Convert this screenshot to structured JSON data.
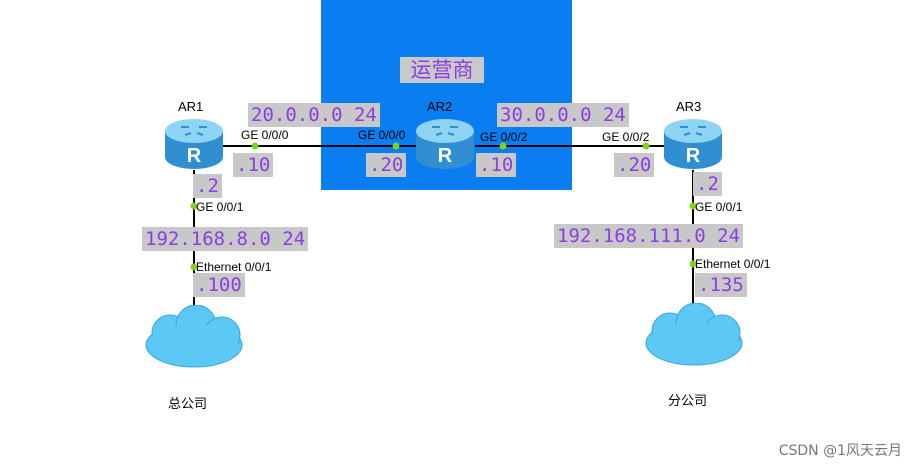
{
  "isp": {
    "label": "运营商"
  },
  "routers": [
    {
      "name": "AR1"
    },
    {
      "name": "AR2"
    },
    {
      "name": "AR3"
    }
  ],
  "subnets": {
    "ar1_ar2": "20.0.0.0 24",
    "ar2_ar3": "30.0.0.0 24",
    "hq": "192.168.8.0 24",
    "branch": "192.168.111.0 24"
  },
  "hosts": {
    "ar1_ge000": ".10",
    "ar2_ge000": ".20",
    "ar2_ge002": ".10",
    "ar3_ge002": ".20",
    "ar1_ge001": ".2",
    "ar3_ge001": ".2",
    "hq_cloud": ".100",
    "branch_cloud": ".135"
  },
  "ports": {
    "ar1_ge000": "GE 0/0/0",
    "ar2_ge000": "GE 0/0/0",
    "ar2_ge002": "GE 0/0/2",
    "ar3_ge002": "GE 0/0/2",
    "ar1_ge001": "GE 0/0/1",
    "ar3_ge001": "GE 0/0/1",
    "hq_eth": "Ethernet 0/0/1",
    "branch_eth": "Ethernet 0/0/1"
  },
  "sites": {
    "hq": "总公司",
    "branch": "分公司"
  },
  "watermark": "CSDN @1风天云月",
  "colors": {
    "isp_fill": "#0a7ef0",
    "label_text": "#8a3fe0",
    "label_bg": "#c8c8c8",
    "link": "#000000",
    "port_dot": "#7ed321",
    "router_body": "#3aa6dc",
    "cloud": "#5bc8f5"
  }
}
